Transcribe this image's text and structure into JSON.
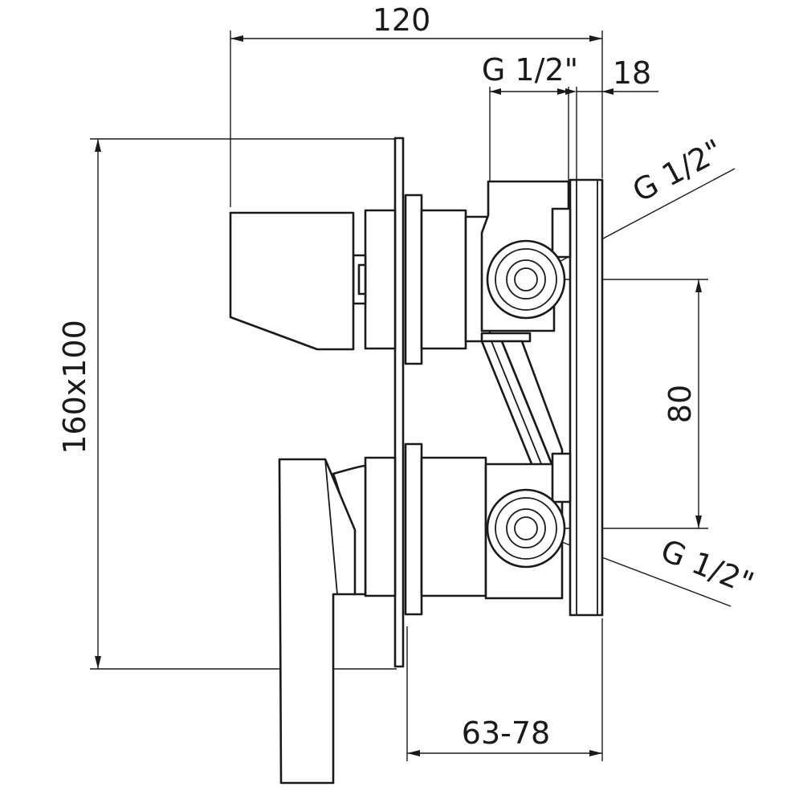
{
  "dimensions": {
    "overall_width": "120",
    "inlet_thread_top": "G 1/2\"",
    "plate_depth": "18",
    "outlet_thread_upper": "G 1/2\"",
    "outlet_spacing": "80",
    "outlet_thread_lower": "G 1/2\"",
    "plate_size": "160x100",
    "installation_depth": "63-78"
  }
}
